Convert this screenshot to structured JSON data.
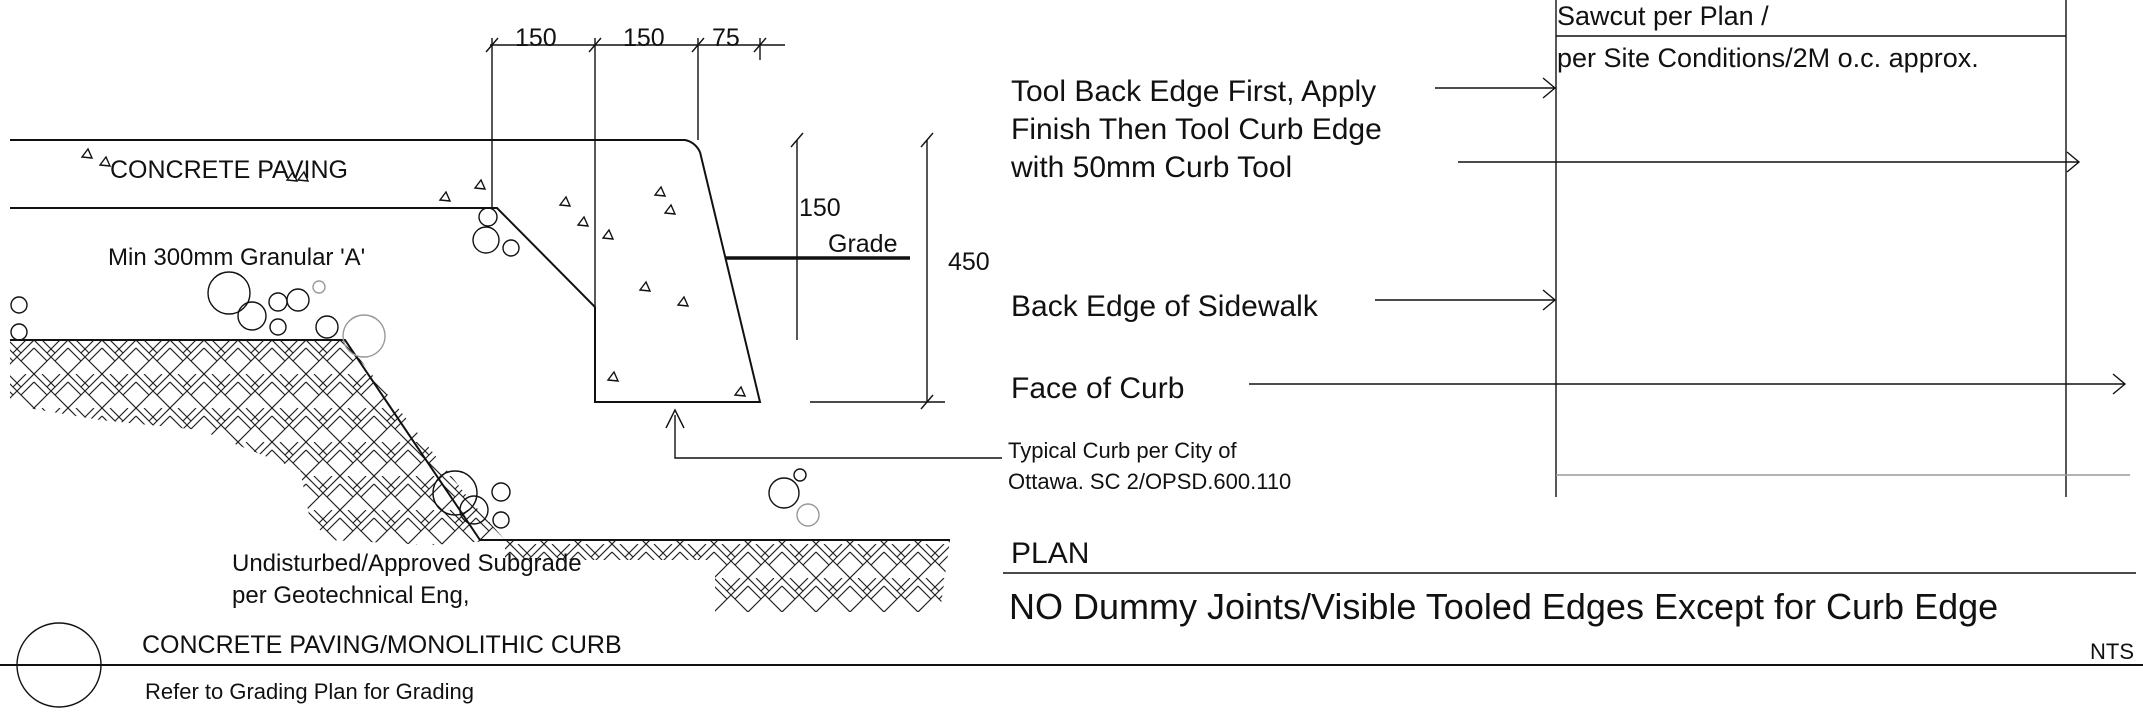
{
  "section": {
    "dims": {
      "top_1": "150",
      "top_2": "150",
      "top_3": "75",
      "right_150": "150",
      "total_450": "450"
    },
    "grade_label": "Grade",
    "concrete_paving_label": "CONCRETE PAVING",
    "granular_label": "Min 300mm Granular 'A'",
    "subgrade_line1": "Undisturbed/Approved Subgrade",
    "subgrade_line2": "per Geotechnical Eng,",
    "curb_note_line1": "Typical Curb per City of",
    "curb_note_line2": "Ottawa. SC 2/OPSD.600.110"
  },
  "title_block": {
    "title": "CONCRETE PAVING/MONOLITHIC CURB",
    "subtitle": "Refer to Grading Plan for Grading",
    "scale": "NTS"
  },
  "plan": {
    "sawcut_line1": "Sawcut per Plan /",
    "sawcut_line2": "per Site Conditions/2M o.c. approx.",
    "tool_line1": "Tool Back Edge First, Apply",
    "tool_line2": "Finish Then Tool Curb Edge",
    "tool_line3": "with 50mm Curb Tool",
    "back_edge_label": "Back Edge of Sidewalk",
    "face_curb_label": "Face of Curb",
    "plan_label": "PLAN",
    "joints_note": "NO Dummy Joints/Visible Tooled Edges Except for Curb Edge"
  },
  "colors": {
    "line": "#111111",
    "background": "#ffffff",
    "secondary_line": "#999999"
  }
}
